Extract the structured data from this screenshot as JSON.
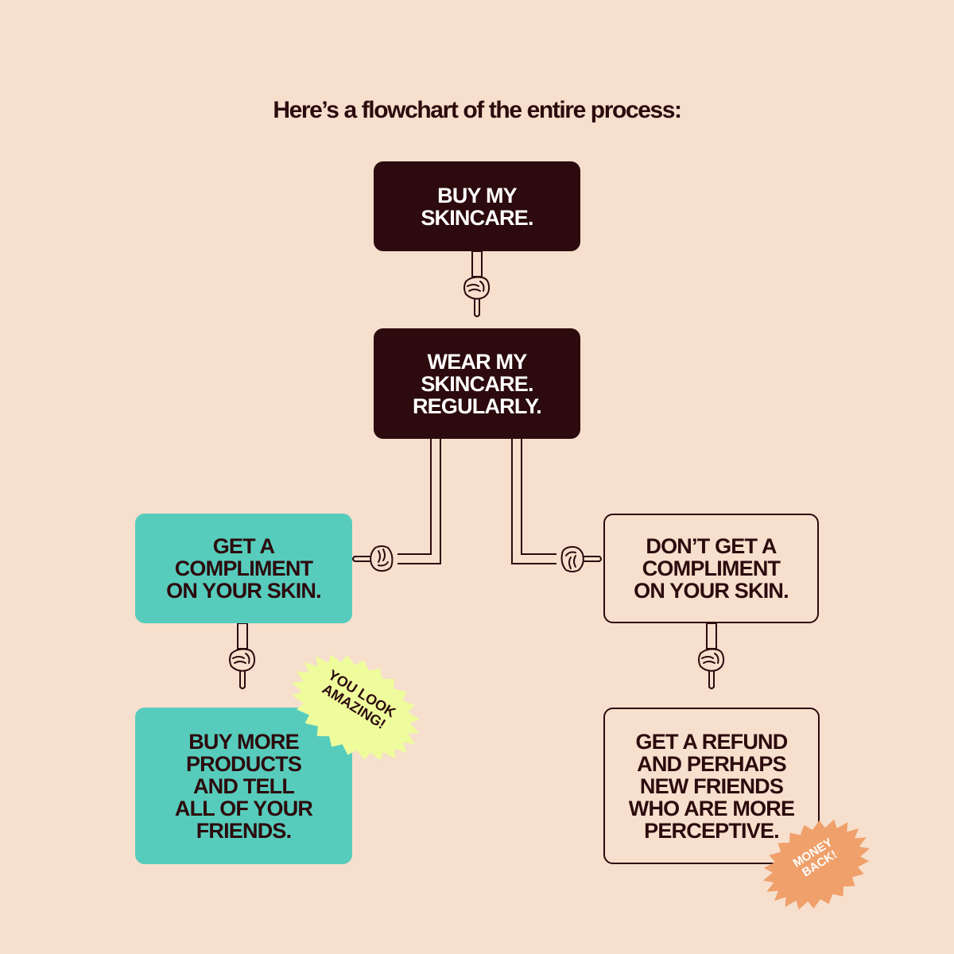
{
  "title": "Here’s a flowchart of the entire process:",
  "nodes": {
    "buy": "BUY MY\nSKINCARE.",
    "wear": "WEAR MY\nSKINCARE.\nREGULARLY.",
    "compliment": "GET A\nCOMPLIMENT\nON YOUR SKIN.",
    "no_compliment": "DON’T GET A\nCOMPLIMENT\nON YOUR SKIN.",
    "buy_more": "BUY MORE\nPRODUCTS\nAND TELL\nALL OF YOUR\nFRIENDS.",
    "refund": "GET A REFUND\nAND PERHAPS\nNEW FRIENDS\nWHO ARE MORE\nPERCEPTIVE."
  },
  "stickers": {
    "amazing": "YOU LOOK\nAMAZING!",
    "money_back": "MONEY\nBACK!"
  },
  "colors": {
    "background": "#f6dfcd",
    "dark": "#2c0a0d",
    "teal": "#57ccbc",
    "sticker_yellow": "#eefc9c",
    "sticker_orange": "#f0a06a"
  }
}
